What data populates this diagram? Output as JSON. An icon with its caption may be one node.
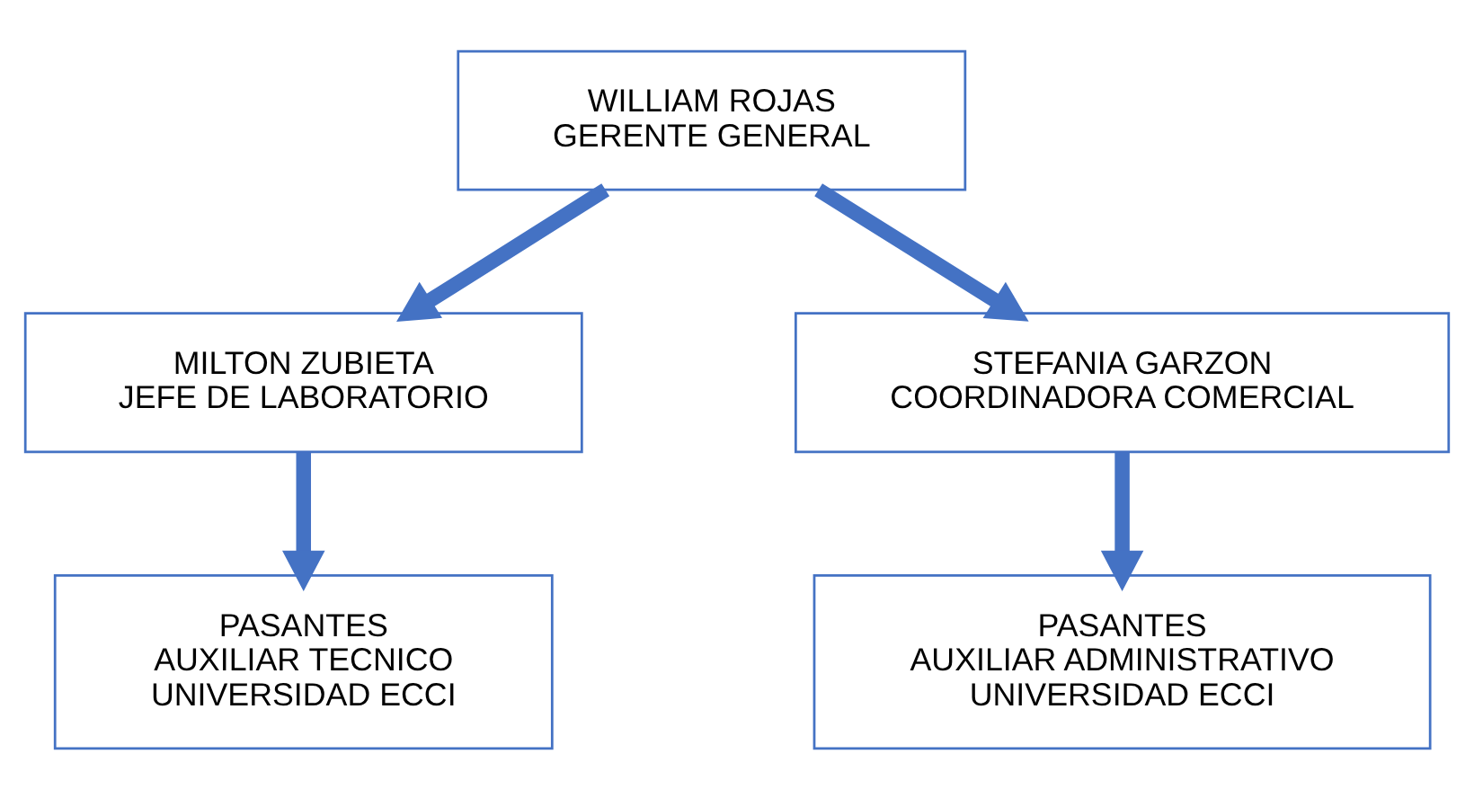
{
  "diagram": {
    "nodes": [
      {
        "text": [
          "WILLIAM ROJAS",
          "GERENTE GENERAL"
        ]
      },
      {
        "text": [
          "MILTON ZUBIETA",
          "JEFE DE LABORATORIO"
        ]
      },
      {
        "text": [
          "STEFANIA GARZON",
          "COORDINADORA COMERCIAL"
        ]
      },
      {
        "text": [
          "PASANTES",
          "AUXILIAR TECNICO",
          "UNIVERSIDAD ECCI"
        ]
      },
      {
        "text": [
          "PASANTES",
          "AUXILIAR ADMINISTRATIVO",
          "UNIVERSIDAD ECCI"
        ]
      }
    ],
    "edges": [
      {
        "from": 0,
        "to": 1,
        "arrow": "to"
      },
      {
        "from": 0,
        "to": 2,
        "arrow": "to"
      },
      {
        "from": 1,
        "to": 3,
        "arrow": "to"
      },
      {
        "from": 2,
        "to": 4,
        "arrow": "to"
      }
    ]
  }
}
